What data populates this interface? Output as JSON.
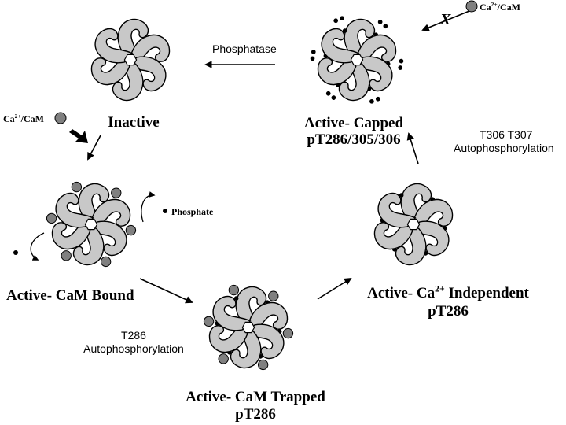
{
  "labels": {
    "inactive": "Inactive",
    "active_capped_line1": "Active- Capped",
    "active_capped_line2": "pT286/305/306",
    "active_cam_bound": "Active- CaM Bound",
    "active_cam_trapped_line1": "Active- CaM Trapped",
    "active_cam_trapped_line2": "pT286",
    "active_ca_independent_pre": "Active- Ca",
    "active_ca_independent_sup": "2+",
    "active_ca_independent_post": " Independent",
    "active_ca_independent_line2": "pT286"
  },
  "arrows": {
    "phosphatase": "Phosphatase",
    "t306_t307_line1": "T306 T307",
    "t306_t307_line2": "Autophosphorylation",
    "t286_line1": "T286",
    "t286_line2": "Autophosphorylation"
  },
  "legend": {
    "phosphate": "Phosphate",
    "cacam_left_pre": "Ca",
    "cacam_left_sup": "2+",
    "cacam_left_post": "/CaM",
    "cacam_right_pre": "Ca",
    "cacam_right_sup": "2+",
    "cacam_right_post": "/CaM",
    "blocked_mark": "X"
  },
  "colors": {
    "subunit_fill": "#c8c8c8",
    "cam_fill": "#808080",
    "outline": "#000000"
  }
}
